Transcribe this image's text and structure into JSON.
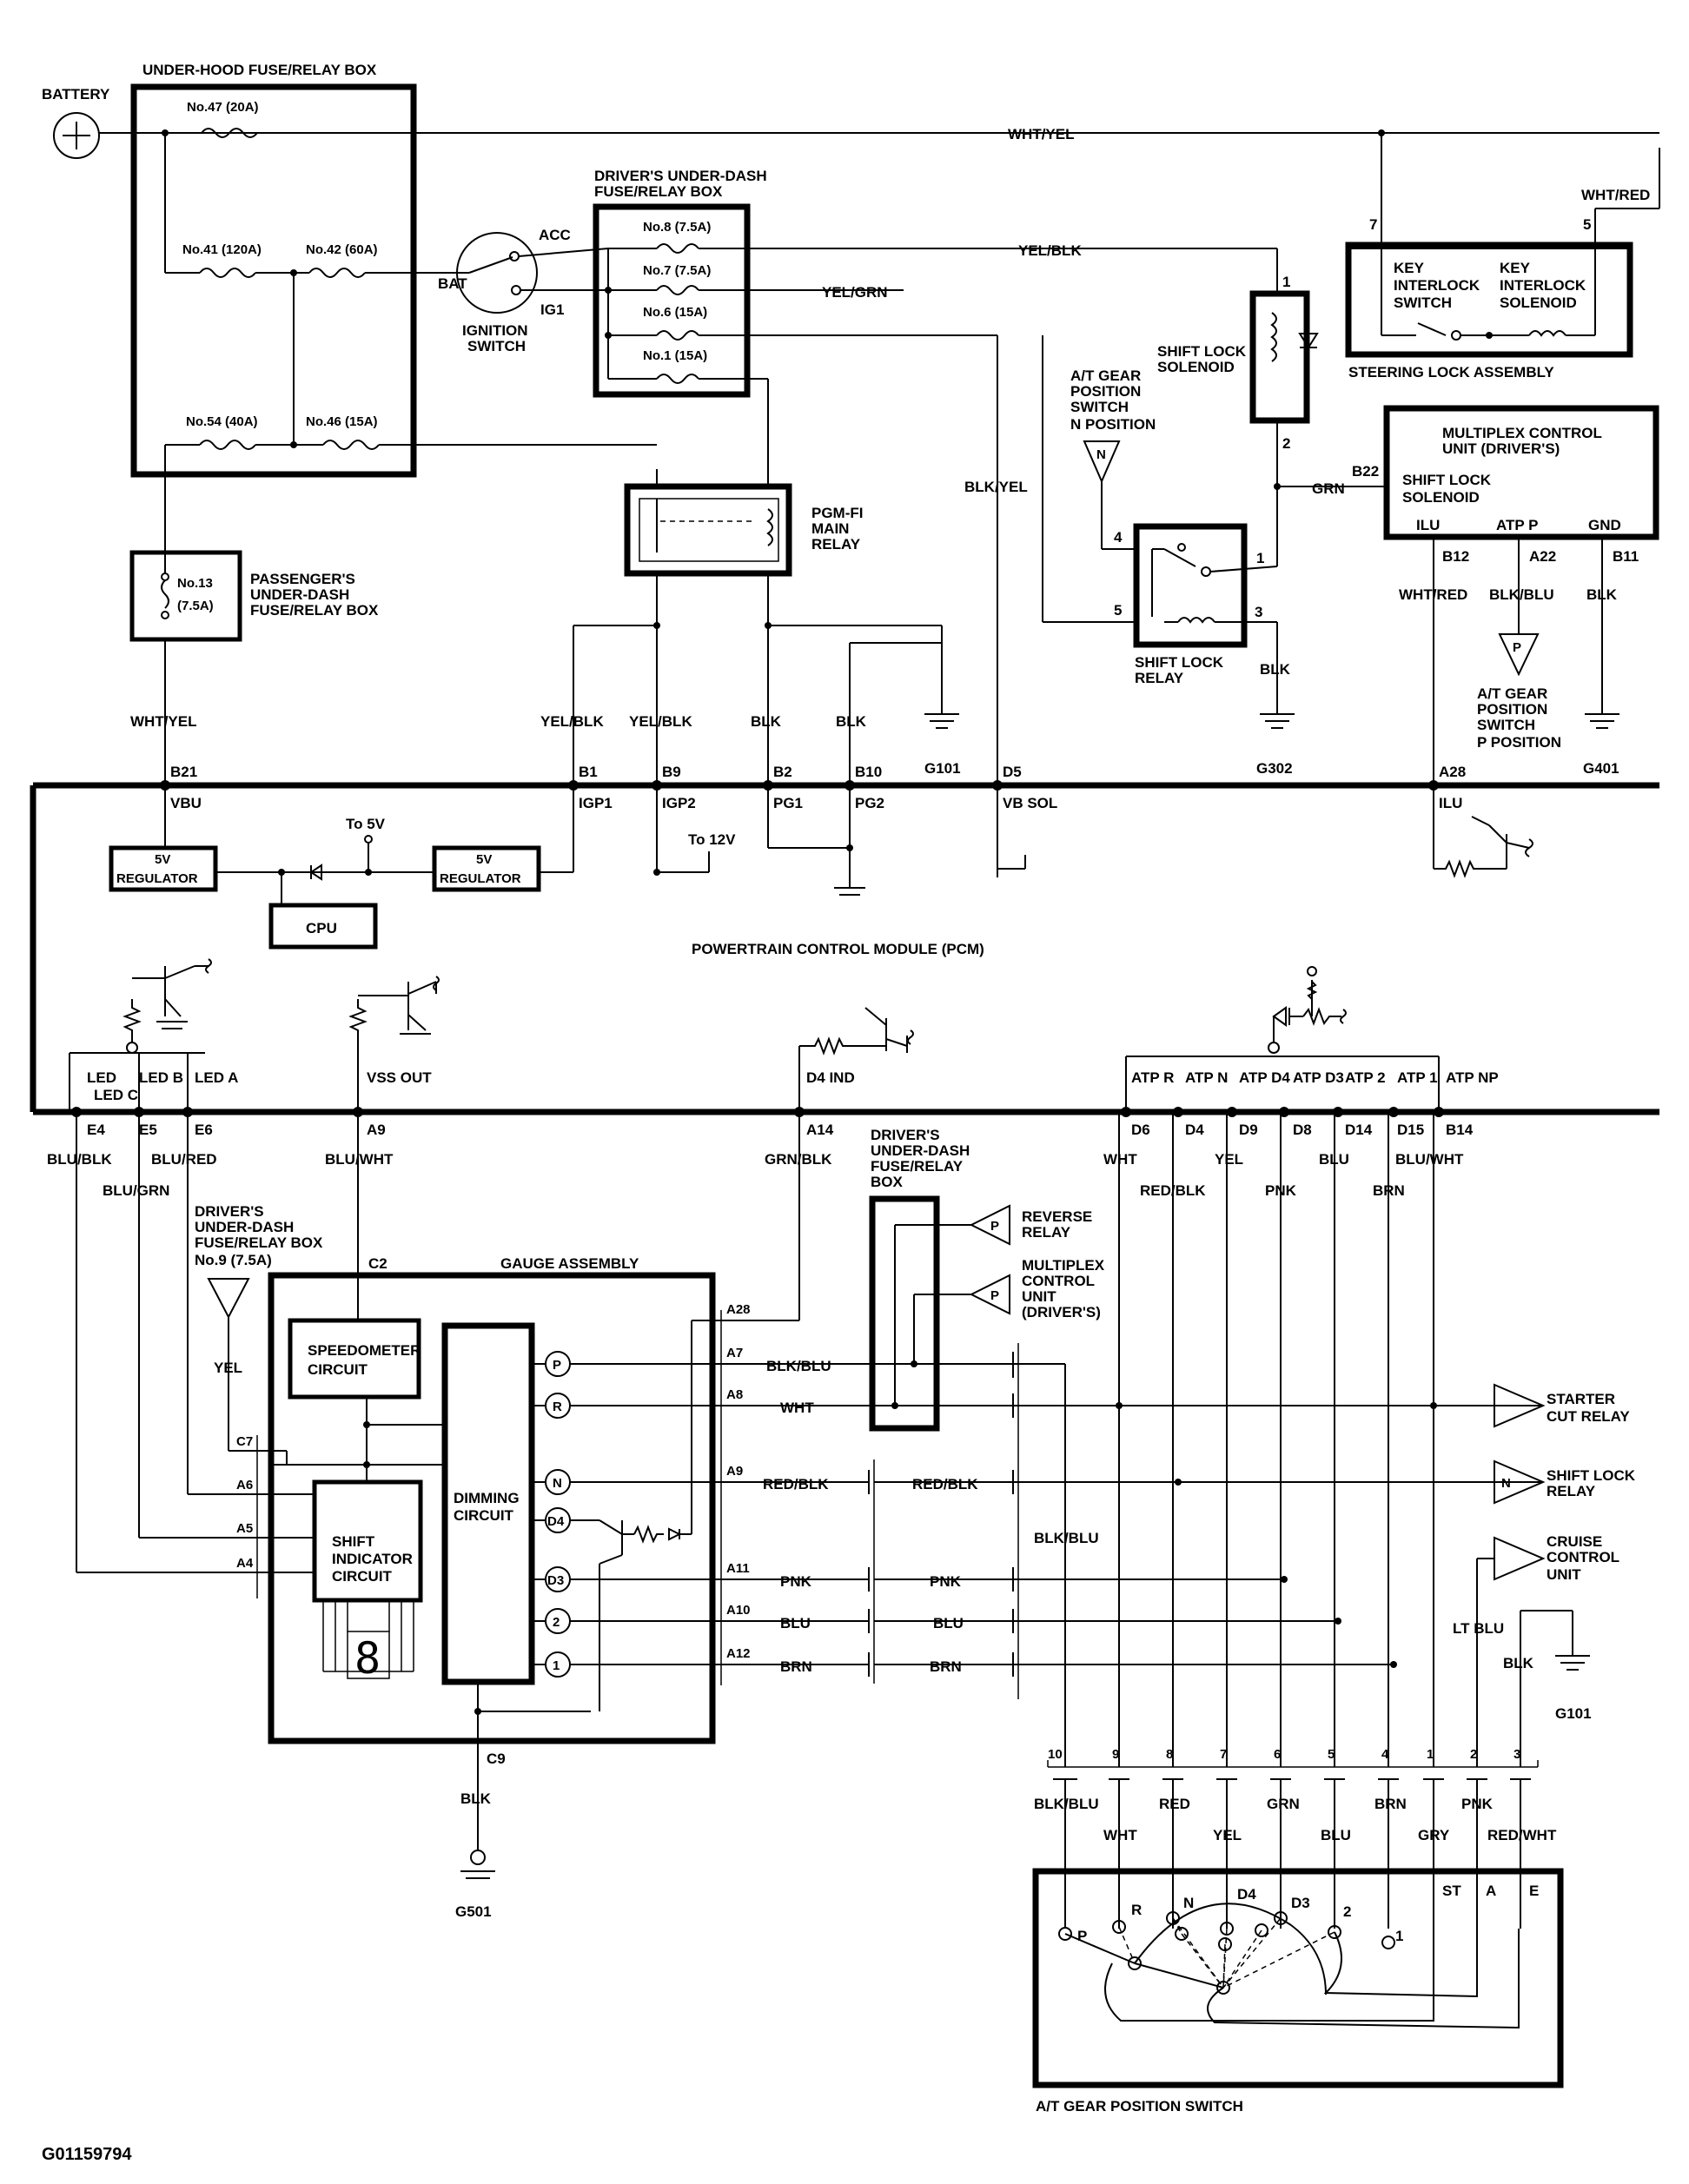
{
  "power": {
    "battery": "BATTERY",
    "ignition_switch": "IGNITION SWITCH",
    "acc": "ACC",
    "ig1": "IG1",
    "bat": "BAT"
  },
  "under_hood_box": {
    "title": "UNDER-HOOD FUSE/RELAY BOX",
    "fuses": [
      "No.47 (20A)",
      "No.41 (120A)",
      "No.42 (60A)",
      "No.54 (40A)",
      "No.46 (15A)"
    ]
  },
  "driver_box": {
    "title_1": "DRIVER'S UNDER-DASH",
    "title_2": "FUSE/RELAY BOX",
    "fuses": [
      "No.8 (7.5A)",
      "No.7 (7.5A)",
      "No.6 (15A)",
      "No.1 (15A)"
    ]
  },
  "passenger_box": {
    "fuse_1": "No.13",
    "fuse_2": "(7.5A)",
    "label_1": "PASSENGER'S",
    "label_2": "UNDER-DASH",
    "label_3": "FUSE/RELAY BOX"
  },
  "relays": {
    "pgm_fi_1": "PGM-FI",
    "pgm_fi_2": "MAIN",
    "pgm_fi_3": "RELAY",
    "shift_lock_solenoid_1": "SHIFT LOCK",
    "shift_lock_solenoid_2": "SOLENOID",
    "shift_lock_relay_1": "SHIFT LOCK",
    "shift_lock_relay_2": "RELAY",
    "n_position_1": "A/T GEAR",
    "n_position_2": "POSITION",
    "n_position_3": "SWITCH",
    "n_position_4": "N POSITION"
  },
  "steering_lock": {
    "title": "STEERING LOCK ASSEMBLY",
    "key_switch_1": "KEY",
    "key_switch_2": "INTERLOCK",
    "key_switch_3": "SWITCH",
    "key_solenoid_1": "KEY",
    "key_solenoid_2": "INTERLOCK",
    "key_solenoid_3": "SOLENOID"
  },
  "multiplex": {
    "title_1": "MULTIPLEX CONTROL",
    "title_2": "UNIT (DRIVER'S)",
    "shift_lock_1": "SHIFT LOCK",
    "shift_lock_2": "SOLENOID",
    "ilu": "ILU",
    "atp_p": "ATP P",
    "gnd": "GND",
    "p_switch_1": "A/T GEAR",
    "p_switch_2": "POSITION",
    "p_switch_3": "SWITCH",
    "p_switch_4": "P POSITION"
  },
  "wires": {
    "wht_yel": "WHT/YEL",
    "wht_red": "WHT/RED",
    "yel_blk": "YEL/BLK",
    "yel_grn": "YEL/GRN",
    "blk_yel": "BLK/YEL",
    "grn": "GRN",
    "blk": "BLK",
    "blk_blu": "BLK/BLU",
    "blu_blk": "BLU/BLK",
    "blu_grn": "BLU/GRN",
    "blu_red": "BLU/RED",
    "blu_wht": "BLU/WHT",
    "grn_blk": "GRN/BLK",
    "wht": "WHT",
    "red_blk": "RED/BLK",
    "yel": "YEL",
    "pnk": "PNK",
    "blu": "BLU",
    "brn": "BRN",
    "lt_blu": "LT BLU",
    "gry": "GRY",
    "red": "RED",
    "red_wht": "RED/WHT"
  },
  "grounds": [
    "G101",
    "G302",
    "G401",
    "G501",
    "G101"
  ],
  "pcm": {
    "title": "POWERTRAIN CONTROL MODULE (PCM)",
    "top_pins": [
      "B21",
      "B1",
      "B9",
      "B2",
      "B10",
      "D5",
      "A28"
    ],
    "top_names": [
      "VBU",
      "IGP1",
      "IGP2",
      "PG1",
      "PG2",
      "VB SOL",
      "ILU"
    ],
    "reg_5v_1": "5V",
    "reg_5v_2": "REGULATOR",
    "to_5v": "To 5V",
    "to_12v": "To 12V",
    "cpu": "CPU",
    "bottom_names": [
      "LED C",
      "LED B",
      "LED A",
      "VSS OUT",
      "D4 IND",
      "ATP R",
      "ATP N",
      "ATP D4",
      "ATP D3",
      "ATP 2",
      "ATP 1",
      "ATP NP"
    ],
    "bottom_pins": [
      "E4",
      "E5",
      "E6",
      "A9",
      "A14",
      "D6",
      "D4",
      "D9",
      "D8",
      "D14",
      "D15",
      "B14"
    ]
  },
  "gauge": {
    "title": "GAUGE ASSEMBLY",
    "speedometer_1": "SPEEDOMETER",
    "speedometer_2": "CIRCUIT",
    "dimming_1": "DIMMING",
    "dimming_2": "CIRCUIT",
    "shift_ind_1": "SHIFT",
    "shift_ind_2": "INDICATOR",
    "shift_ind_3": "CIRCUIT",
    "display": "8",
    "indicators": [
      "P",
      "R",
      "N",
      "D4",
      "D3",
      "2",
      "1"
    ],
    "right_pins": [
      "A28",
      "A7",
      "A8",
      "A9",
      "A11",
      "A10",
      "A12"
    ],
    "left_pins": [
      "C7",
      "A6",
      "A5",
      "A4"
    ],
    "top_pin": "C2",
    "bottom_pin": "C9",
    "fuse9_1": "DRIVER'S",
    "fuse9_2": "UNDER-DASH",
    "fuse9_3": "FUSE/RELAY BOX",
    "fuse9_4": "No.9 (7.5A)"
  },
  "mid_box": {
    "title_1": "DRIVER'S",
    "title_2": "UNDER-DASH",
    "title_3": "FUSE/RELAY",
    "title_4": "BOX",
    "reverse_1": "REVERSE",
    "reverse_2": "RELAY",
    "mcu_1": "MULTIPLEX",
    "mcu_2": "CONTROL",
    "mcu_3": "UNIT",
    "mcu_4": "(DRIVER'S)"
  },
  "outputs": {
    "starter_1": "STARTER",
    "starter_2": "CUT RELAY",
    "shift_lock_1": "SHIFT LOCK",
    "shift_lock_2": "RELAY",
    "cruise_1": "CRUISE",
    "cruise_2": "CONTROL",
    "cruise_3": "UNIT"
  },
  "gear_switch": {
    "title": "A/T GEAR POSITION SWITCH",
    "pins": [
      "10",
      "9",
      "8",
      "7",
      "6",
      "5",
      "4",
      "1",
      "2",
      "3"
    ],
    "positions": [
      "P",
      "R",
      "N",
      "D4",
      "D3",
      "2",
      "1"
    ],
    "st": "ST",
    "a": "A",
    "e": "E"
  },
  "connectors": [
    "P",
    "P",
    "N",
    "N",
    "P",
    "P"
  ],
  "terminals": [
    "7",
    "5",
    "1",
    "2",
    "4",
    "5",
    "1",
    "3"
  ],
  "bottom_pins_mid": [
    "B22",
    "B12",
    "A22",
    "B11"
  ],
  "footer": "G01159794"
}
